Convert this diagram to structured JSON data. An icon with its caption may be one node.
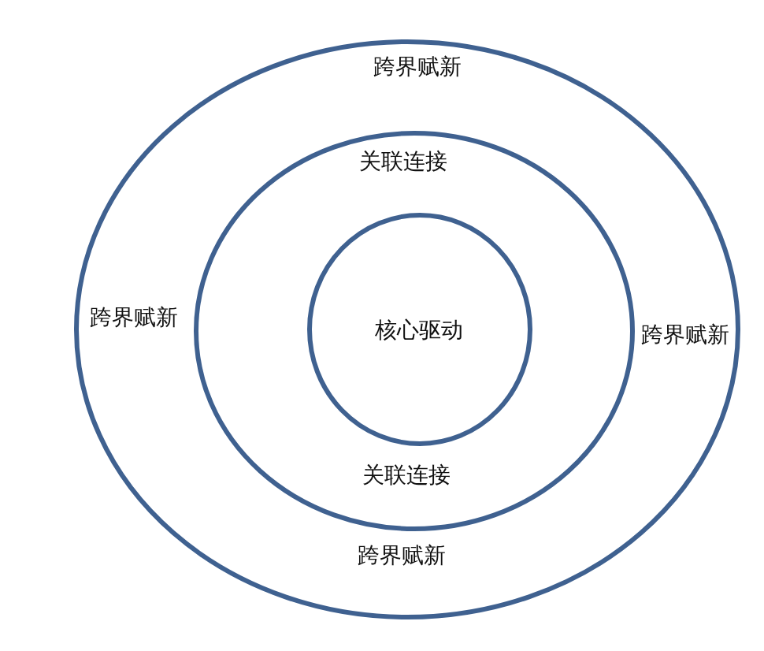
{
  "diagram": {
    "nodes": [
      {
        "text": [
          "跨界赋新",
          "跨界赋新",
          "跨界赋新",
          "跨界赋新"
        ]
      },
      {
        "text": [
          "关联连接",
          "关联连接"
        ],
        "in": 0
      },
      {
        "text": [
          "核心驱动"
        ],
        "in": 1
      }
    ]
  }
}
